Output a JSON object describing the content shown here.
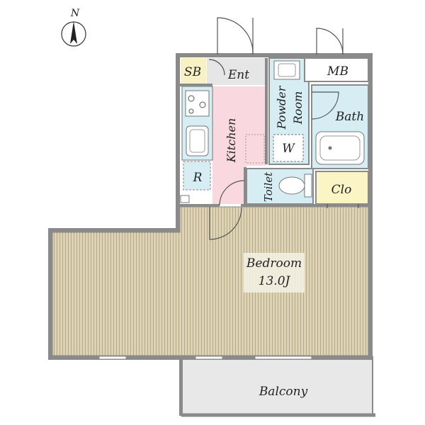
{
  "compass": {
    "north_label": "N"
  },
  "rooms": {
    "sb": "SB",
    "entrance": "Ent",
    "mb": "MB",
    "kitchen": "Kitchen",
    "powder_room_line1": "Powder",
    "powder_room_line2": "Room",
    "washer": "W",
    "bath": "Bath",
    "refrigerator": "R",
    "toilet": "Toilet",
    "closet": "Clo",
    "bedroom": "Bedroom",
    "bedroom_size": "13.0J",
    "balcony": "Balcony"
  },
  "colors": {
    "wall": "#8a8a8a",
    "floor_wood": "#dcd3b8",
    "floor_line": "#b9ad8a",
    "wet_area": "#d5edf3",
    "kitchen_floor": "#f9d9df",
    "closet": "#fbf5c6",
    "storage": "#f7f1c4",
    "entrance": "#e6e6e6",
    "balcony": "#e8e8e8"
  }
}
